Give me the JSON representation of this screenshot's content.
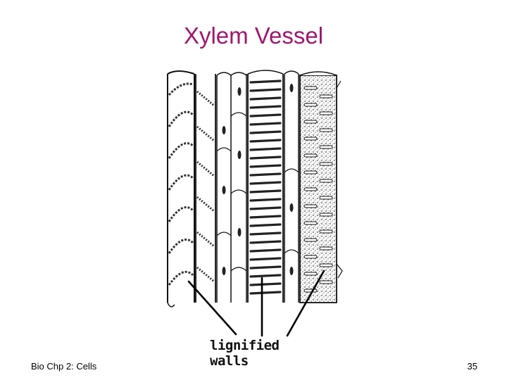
{
  "slide": {
    "title": "Xylem Vessel",
    "callout_label": "lignified walls",
    "footer_left": "Bio Chp 2: Cells",
    "page_number": "35"
  },
  "colors": {
    "title": "#a0166e",
    "ink": "#111111"
  }
}
